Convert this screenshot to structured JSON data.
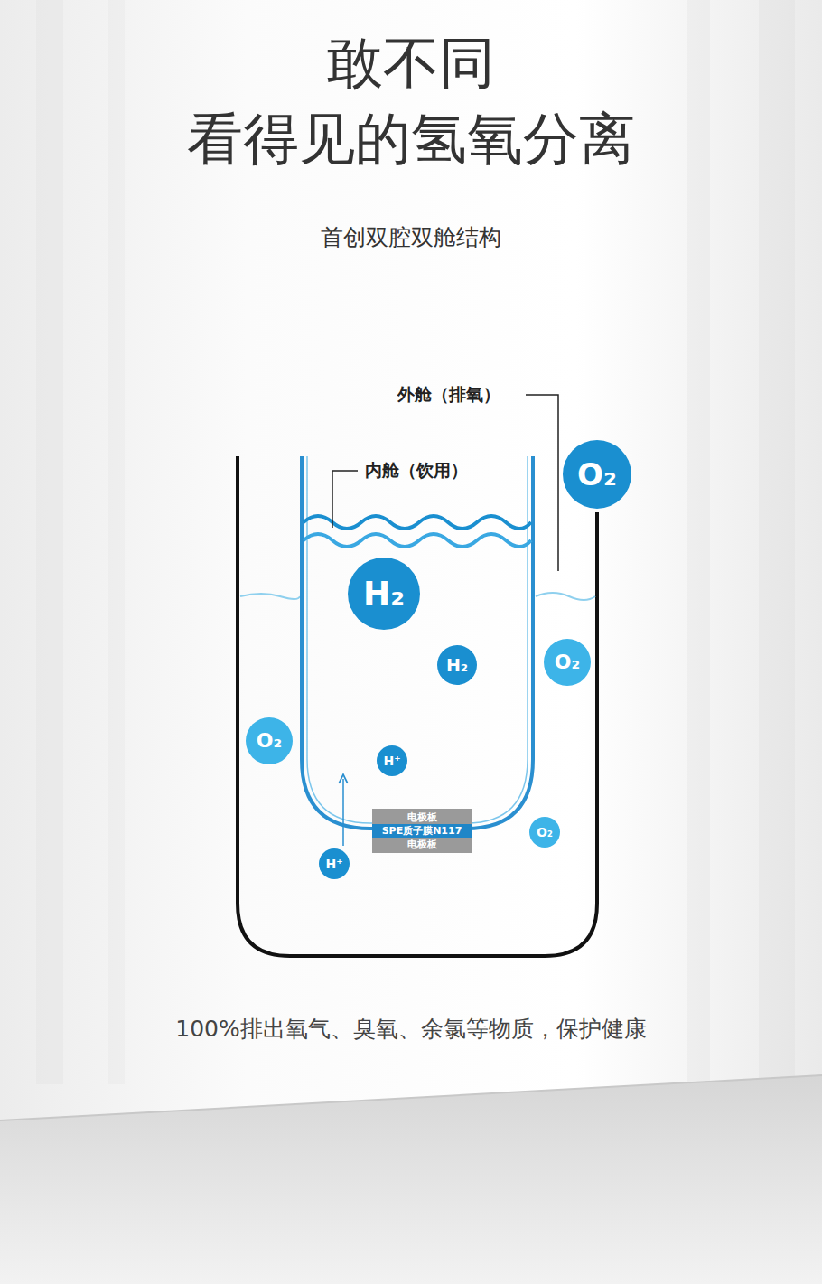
{
  "diagram": {
    "title": "敢不同 看得见的氢氧分离",
    "caption": "100%排出氧气、臭氧、余氯等物质，保护健康",
    "nodes": [
      {
        "text": [
          "O₂"
        ]
      },
      {
        "text": [
          "H₂"
        ]
      },
      {
        "text": [
          "H₂"
        ]
      },
      {
        "text": [
          "O₂"
        ]
      },
      {
        "text": [
          "O₂"
        ]
      },
      {
        "text": [
          "H⁺"
        ]
      },
      {
        "text": [
          "电极板",
          "SPE质子膜N117",
          "电极板"
        ]
      },
      {
        "text": [
          "O₂"
        ]
      },
      {
        "text": [
          "H⁺"
        ]
      }
    ],
    "labels": [
      "首创双腔双舱结构",
      "外舱（排氧）",
      "内舱（饮用）"
    ]
  }
}
